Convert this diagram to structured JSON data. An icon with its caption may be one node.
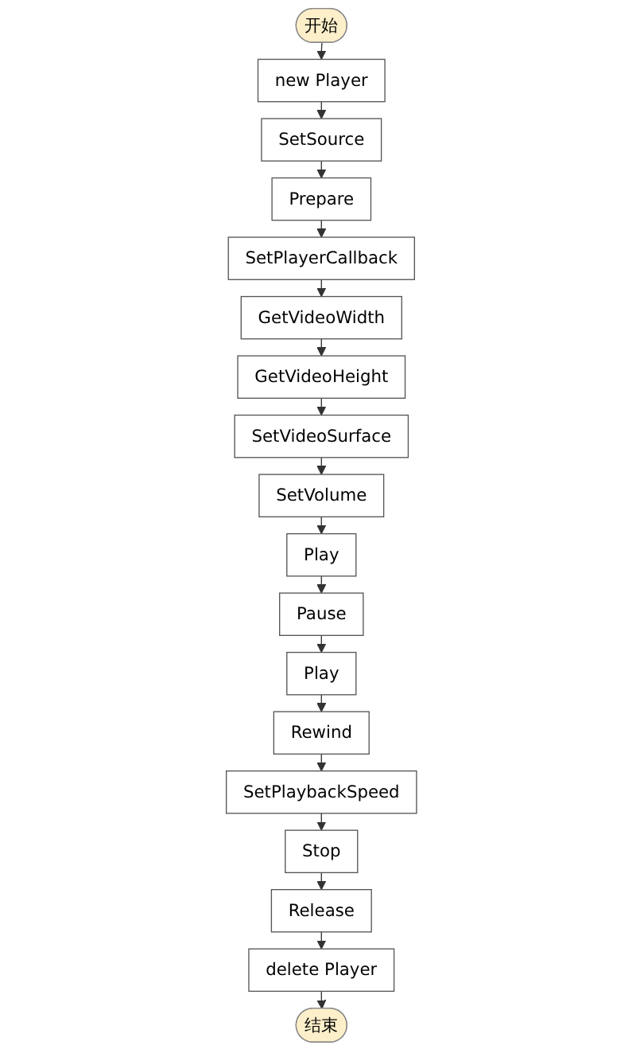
{
  "diagram": {
    "nodes": [
      {
        "text": [
          "开始"
        ]
      },
      {
        "text": [
          "new Player"
        ]
      },
      {
        "text": [
          "SetSource"
        ]
      },
      {
        "text": [
          "Prepare"
        ]
      },
      {
        "text": [
          "SetPlayerCallback"
        ]
      },
      {
        "text": [
          "GetVideoWidth"
        ]
      },
      {
        "text": [
          "GetVideoHeight"
        ]
      },
      {
        "text": [
          "SetVideoSurface"
        ]
      },
      {
        "text": [
          "SetVolume"
        ]
      },
      {
        "text": [
          "Play"
        ]
      },
      {
        "text": [
          "Pause"
        ]
      },
      {
        "text": [
          "Play"
        ]
      },
      {
        "text": [
          "Rewind"
        ]
      },
      {
        "text": [
          "SetPlaybackSpeed"
        ]
      },
      {
        "text": [
          "Stop"
        ]
      },
      {
        "text": [
          "Release"
        ]
      },
      {
        "text": [
          "delete Player"
        ]
      },
      {
        "text": [
          "结束"
        ]
      }
    ],
    "edges": [
      {
        "from": 0,
        "to": 1,
        "arrow": "to"
      },
      {
        "from": 1,
        "to": 2,
        "arrow": "to"
      },
      {
        "from": 2,
        "to": 3,
        "arrow": "to"
      },
      {
        "from": 3,
        "to": 4,
        "arrow": "to"
      },
      {
        "from": 4,
        "to": 5,
        "arrow": "to"
      },
      {
        "from": 5,
        "to": 6,
        "arrow": "to"
      },
      {
        "from": 6,
        "to": 7,
        "arrow": "to"
      },
      {
        "from": 7,
        "to": 8,
        "arrow": "to"
      },
      {
        "from": 8,
        "to": 9,
        "arrow": "to"
      },
      {
        "from": 9,
        "to": 10,
        "arrow": "to"
      },
      {
        "from": 10,
        "to": 11,
        "arrow": "to"
      },
      {
        "from": 11,
        "to": 12,
        "arrow": "to"
      },
      {
        "from": 12,
        "to": 13,
        "arrow": "to"
      },
      {
        "from": 13,
        "to": 14,
        "arrow": "to"
      },
      {
        "from": 14,
        "to": 15,
        "arrow": "to"
      },
      {
        "from": 15,
        "to": 16,
        "arrow": "to"
      },
      {
        "from": 16,
        "to": 17,
        "arrow": "to"
      }
    ]
  }
}
